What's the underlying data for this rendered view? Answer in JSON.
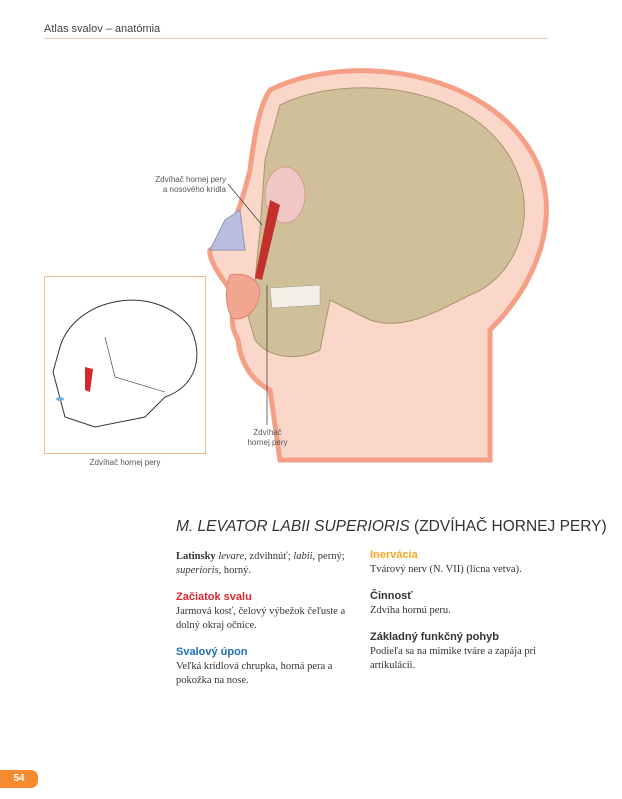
{
  "header": {
    "title": "Atlas svalov – anatómia"
  },
  "figure": {
    "label_top": [
      "Zdvíhač hornej pery",
      "a nosového krídla"
    ],
    "label_bottom": [
      "Zdvíhač",
      "hornej pery"
    ],
    "inset_caption": "Zdvíhač hornej pery"
  },
  "muscle": {
    "title_latin": "M. LEVATOR LABII SUPERIORIS",
    "title_local": "(ZDVÍHAČ HORNEJ PERY)",
    "latin": {
      "label": "Latinsky",
      "w1": "levare",
      "t1": ", zdvihnúť; ",
      "w2": "labii",
      "t2": ", perný;",
      "w3": "superioris",
      "t3": ", horný."
    },
    "origin": {
      "heading": "Začiatok svalu",
      "text": "Jarmová kosť, čelový výbežok čeľuste a dolný okraj očnice."
    },
    "insertion": {
      "heading": "Svalový úpon",
      "text": "Veľká krídlová chrupka, horná pera a pokožka na nose."
    },
    "innervation": {
      "heading": "Inervácia",
      "text": "Tvárový nerv (N. VII) (lícna vetva)."
    },
    "action": {
      "heading": "Činnosť",
      "text": "Zdvíha hornú peru."
    },
    "movement": {
      "heading": "Základný funkčný pohyb",
      "text": "Podieľa sa na mimike tváre a zapája pri artikulácii."
    }
  },
  "colors": {
    "accent": "#f58a2e",
    "origin": "#d7282f",
    "insertion": "#1f6fb2",
    "innervation": "#f5a623"
  },
  "page_number": "54"
}
